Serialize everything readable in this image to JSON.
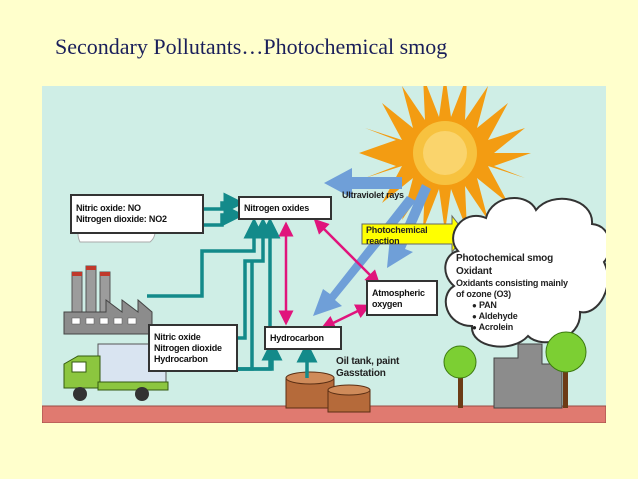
{
  "title": "Secondary Pollutants…Photochemical smog",
  "diagram": {
    "source_box": {
      "line1": "Nitric oxide: NO",
      "line2": "Nitrogen dioxide: NO2"
    },
    "nitrogen_oxides": "Nitrogen oxides",
    "ultraviolet_rays": "Ultraviolet rays",
    "photochemical_reaction": {
      "line1": "Photochemical",
      "line2": "reaction"
    },
    "smog_cloud": {
      "title": "Photochemical smog",
      "subtitle": "Oxidant",
      "desc1": "Oxidants consisting mainly",
      "desc2": "of ozone (O3)",
      "items": [
        "PAN",
        "Aldehyde",
        "Acrolein"
      ]
    },
    "atmospheric_oxygen": {
      "line1": "Atmospheric",
      "line2": "oxygen"
    },
    "hydrocarbon": "Hydrocarbon",
    "vehicle_box": {
      "line1": "Nitric oxide",
      "line2": "Nitrogen dioxide",
      "line3": "Hydrocarbon"
    },
    "oil_tank": {
      "line1": "Oil tank, paint",
      "line2": "Gasstation"
    }
  },
  "colors": {
    "background": "#ffffcc",
    "panel": "#cfeee6",
    "teal_arrow": "#138a8a",
    "pink_arrow": "#e0147c",
    "blue_arrow": "#6f9fd8",
    "sun": "#f39c12",
    "label_yellow": "#ffff00",
    "factory": "#8c8c8c",
    "truck": "#8cc63f",
    "tree": "#7ccf33"
  }
}
